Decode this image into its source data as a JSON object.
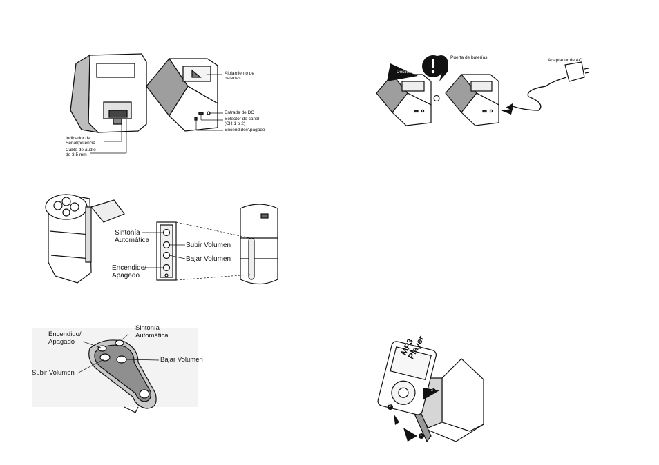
{
  "figure_top_left": {
    "labels": {
      "battery_housing": "Alojamiento de\nbaterías",
      "dc_input": "Entrada de DC",
      "channel_selector": "Selector de canal\n(CH 1 o 2)",
      "power": "Encendido/Apagado",
      "signal_indicator": "Indicador de\nSeñal/potencia",
      "audio_cable": "Cable de audio\nde 3.5 mm"
    }
  },
  "figure_mid_left": {
    "labels": {
      "auto_tune": "Sintonía\nAutomática",
      "volume_up": "Subir Volumen",
      "volume_down": "Bajar Volumen",
      "power": "Encendido/\nApagado"
    }
  },
  "figure_bottom_left": {
    "labels": {
      "power": "Encendido/\nApagado",
      "auto_tune": "Sintonía\nAutomática",
      "volume_up": "Subir Volumen",
      "volume_down": "Bajar Volumen"
    }
  },
  "figure_top_right": {
    "labels": {
      "slide": "Deslice",
      "battery_door": "Puerta de baterías",
      "ac_adapter": "Adaptador de AC",
      "or": "O"
    }
  },
  "figure_bottom_right": {
    "player_text": "MP3\nPlayer",
    "steps": [
      "1",
      "2",
      "3"
    ]
  }
}
